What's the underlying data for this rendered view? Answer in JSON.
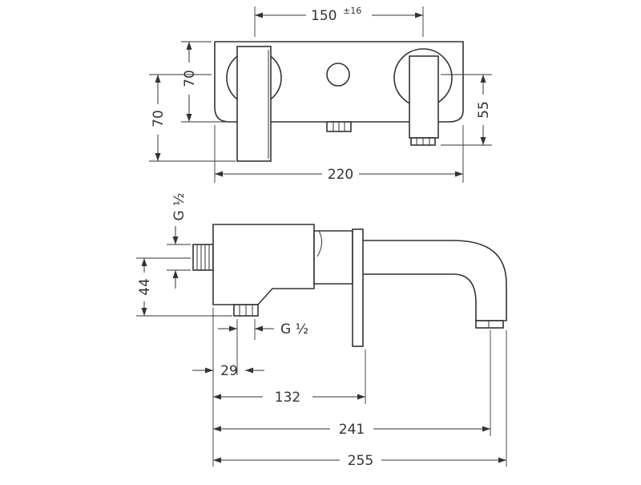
{
  "top_view": {
    "dim_width": "150",
    "dim_tolerance": "±16",
    "dim_left_outer": "70",
    "dim_left_inner": "70",
    "dim_right": "55",
    "dim_total": "220"
  },
  "side_view": {
    "thread_top": "G ½",
    "thread_bottom": "G ½",
    "dim_height": "44",
    "dim_29": "29",
    "dim_132": "132",
    "dim_241": "241",
    "dim_255": "255"
  },
  "colors": {
    "line": "#333333",
    "background": "#ffffff"
  }
}
